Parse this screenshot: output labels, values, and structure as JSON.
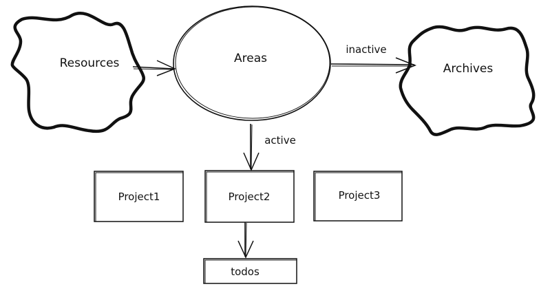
{
  "nodes": {
    "resources": "Resources",
    "areas": "Areas",
    "archives": "Archives",
    "project1": "Project1",
    "project2": "Project2",
    "project3": "Project3",
    "todos": "todos"
  },
  "edges": {
    "inactive": "inactive",
    "active": "active"
  },
  "colors": {
    "ink": "#111111",
    "background": "#ffffff"
  }
}
